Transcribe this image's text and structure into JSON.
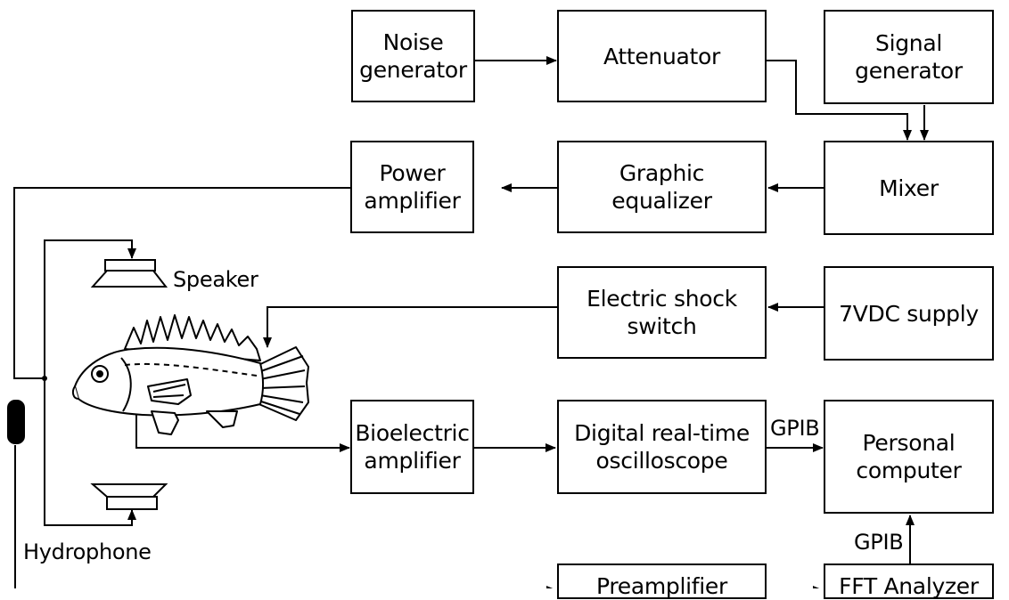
{
  "blocks": {
    "noise_generator": "Noise\ngenerator",
    "attenuator": "Attenuator",
    "signal_generator": "Signal\ngenerator",
    "power_amplifier": "Power\namplifier",
    "graphic_equalizer": "Graphic\nequalizer",
    "mixer": "Mixer",
    "electric_shock_switch": "Electric shock\nswitch",
    "vdc_supply": "7VDC supply",
    "bioelectric_amplifier": "Bioelectric\namplifier",
    "oscilloscope": "Digital real-time\noscilloscope",
    "personal_computer": "Personal\ncomputer",
    "preamplifier": "Preamplifier",
    "fft_analyzer": "FFT Analyzer"
  },
  "labels": {
    "speaker": "Speaker",
    "hydrophone": "Hydrophone",
    "gpib_oscilloscope": "GPIB",
    "gpib_fft": "GPIB"
  },
  "icons": [
    "fish-icon",
    "speaker-icon",
    "hydrophone-icon"
  ]
}
